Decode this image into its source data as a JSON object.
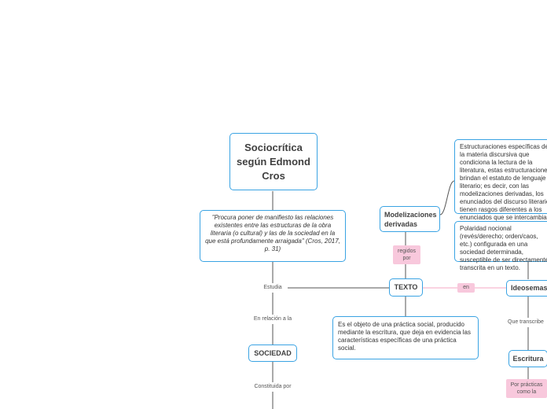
{
  "map": {
    "root": "Sociocrítica según Edmond Cros",
    "quote": "\"Procura poner de manifiesto las relaciones existentes entre las estructuras de la obra literaria (o cultural) y las de la sociedad en la que está profundamente arraigada\" (Cros, 2017, p. 31)",
    "labels": {
      "estudia": "Estudia",
      "en_relacion": "En relación a la",
      "constituida": "Constituida por",
      "regidos": "regidos por",
      "en": "en",
      "que_transcribe": "Que transcribe",
      "por_practicas": "Por prácticas como la"
    },
    "concepts": {
      "sociedad": "SOCIEDAD",
      "texto": "TEXTO",
      "modelizaciones": "Modelizaciones derivadas",
      "ideosemas": "Ideosemas",
      "escritura": "Escritura"
    },
    "texts": {
      "texto_def": "Es el objeto de una práctica social, producido mediante la escritura, que deja en evidencia las características específicas de una práctica social.",
      "estructuraciones": "Estructuraciones específicas de la materia discursiva que condiciona la lectura de la literatura, estas estructuraciones brindan el estatuto de lenguaje literario; es decir, con las modelizaciones derivadas, los enunciados del discurso literario tienen rasgos diferentes a los enunciados que se intercambian en la práctica.",
      "polaridad": "Polaridad nocional (revés/derecho; orden/caos, etc.) configurada en una sociedad determinada, susceptible de ser directamente transcrita en un texto."
    }
  },
  "colors": {
    "border": "#3aa3e3",
    "line": "#555555",
    "pink": "#f8c8dc"
  }
}
